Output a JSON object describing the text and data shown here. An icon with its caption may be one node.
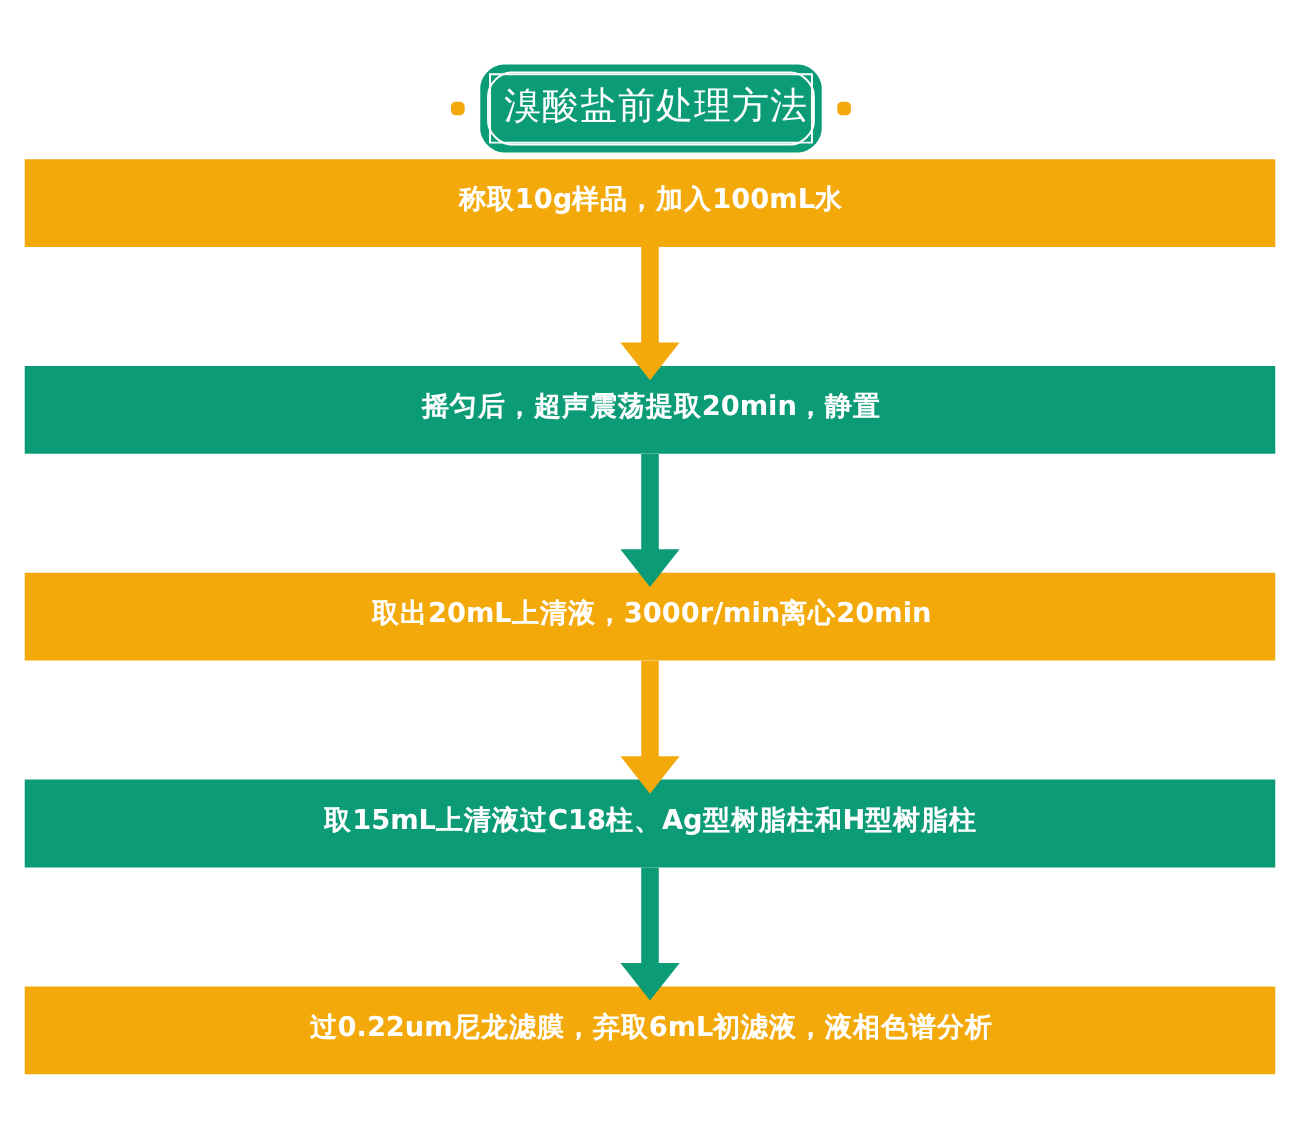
{
  "diagram": {
    "title": "溴酸盐前处理方法",
    "nodes": [
      {
        "text": [
          "称取10g样品，加入100mL水"
        ]
      },
      {
        "text": [
          "摇匀后，超声震荡提取20min，静置"
        ]
      },
      {
        "text": [
          "取出20mL上清液，3000r/min离心20min"
        ]
      },
      {
        "text": [
          "取15mL上清液过C18柱、Ag型树脂柱和H型树脂柱"
        ]
      },
      {
        "text": [
          "过0.22um尼龙滤膜，弃取6mL初滤液，液相色谱分析"
        ]
      }
    ],
    "edges": [
      {
        "from": 0,
        "to": 1,
        "arrow": "to",
        "color": "#f4a90a"
      },
      {
        "from": 1,
        "to": 2,
        "arrow": "to",
        "color": "#0b9b77"
      },
      {
        "from": 2,
        "to": 3,
        "arrow": "to",
        "color": "#f4a90a"
      },
      {
        "from": 3,
        "to": 4,
        "arrow": "to",
        "color": "#0b9b77"
      }
    ]
  }
}
